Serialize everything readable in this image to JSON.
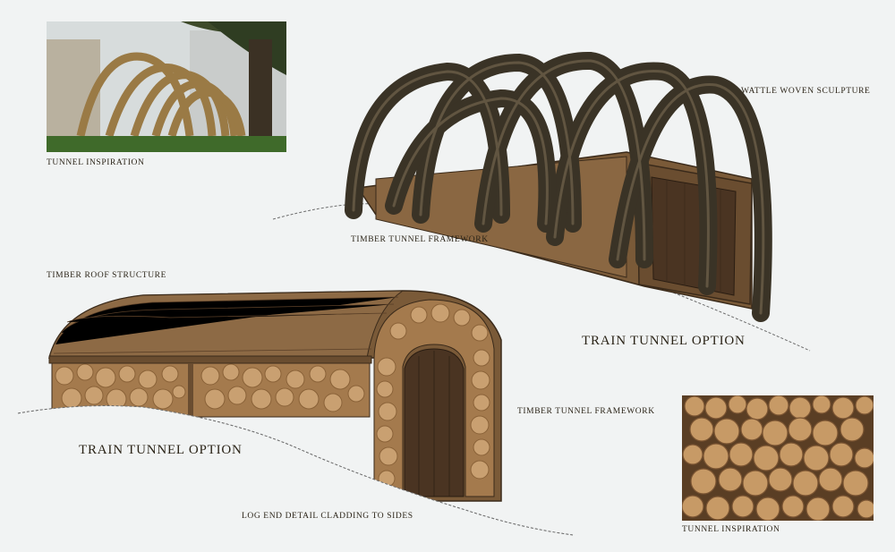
{
  "labels": {
    "tunnel_inspiration_1": "TUNNEL INSPIRATION",
    "wattle_woven_sculpture": "WATTLE WOVEN SCULPTURE",
    "timber_tunnel_framework_1": "TIMBER TUNNEL FRAMEWORK",
    "timber_roof_structure": "TIMBER ROOF STRUCTURE",
    "train_tunnel_option_1": "TRAIN TUNNEL OPTION",
    "timber_tunnel_framework_2": "TIMBER TUNNEL FRAMEWORK",
    "train_tunnel_option_2": "TRAIN TUNNEL OPTION",
    "log_end_detail": "LOG END DETAIL CLADDING TO SIDES",
    "tunnel_inspiration_2": "TUNNEL INSPIRATION"
  },
  "colors": {
    "background": "#f1f3f3",
    "willow_dark": "#3a3326",
    "willow_light": "#6b5e48",
    "timber": "#7a5a38",
    "timber_dark": "#4a3422",
    "log_end": "#c9a071",
    "log_ring": "#8a6238",
    "grass": "#3f6a2a"
  }
}
